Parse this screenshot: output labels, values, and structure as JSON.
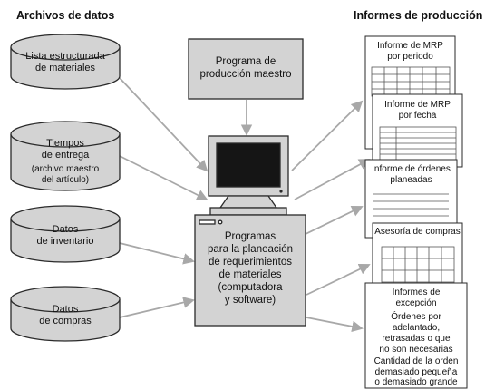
{
  "headers": {
    "left": "Archivos de datos",
    "right": "Informes de producción"
  },
  "data_files": [
    {
      "lines": [
        "Lista estructurada",
        "de materiales"
      ]
    },
    {
      "lines": [
        "Tiempos",
        "de entrega"
      ],
      "sub_lines": [
        "(archivo maestro",
        "del artículo)"
      ]
    },
    {
      "lines": [
        "Datos",
        "de inventario"
      ]
    },
    {
      "lines": [
        "Datos",
        "de compras"
      ]
    }
  ],
  "master_program": {
    "lines": [
      "Programa de",
      "producción maestro"
    ]
  },
  "computer_program": {
    "lines": [
      "Programas",
      "para la planeación",
      "de requerimientos",
      "de materiales",
      "(computadora",
      "y software)"
    ]
  },
  "reports": [
    {
      "title_lines": [
        "Informe de MRP",
        "por periodo"
      ]
    },
    {
      "title_lines": [
        "Informe de MRP",
        "por fecha"
      ]
    },
    {
      "title_lines": [
        "Informe de órdenes",
        "planeadas"
      ]
    },
    {
      "title_lines": [
        "Asesoría de compras"
      ]
    },
    {
      "title_lines": [
        "Informes de",
        "excepción"
      ],
      "body1": [
        "Órdenes por",
        "adelantado,",
        "retrasadas o que",
        "no son necesarias"
      ],
      "body2": [
        "Cantidad de la orden",
        "demasiado pequeña",
        "o demasiado  grande"
      ]
    }
  ],
  "colors": {
    "fill": "#d3d3d3",
    "stroke": "#2a2a2a",
    "arrow": "#a8a8a8",
    "screen": "#151515"
  }
}
